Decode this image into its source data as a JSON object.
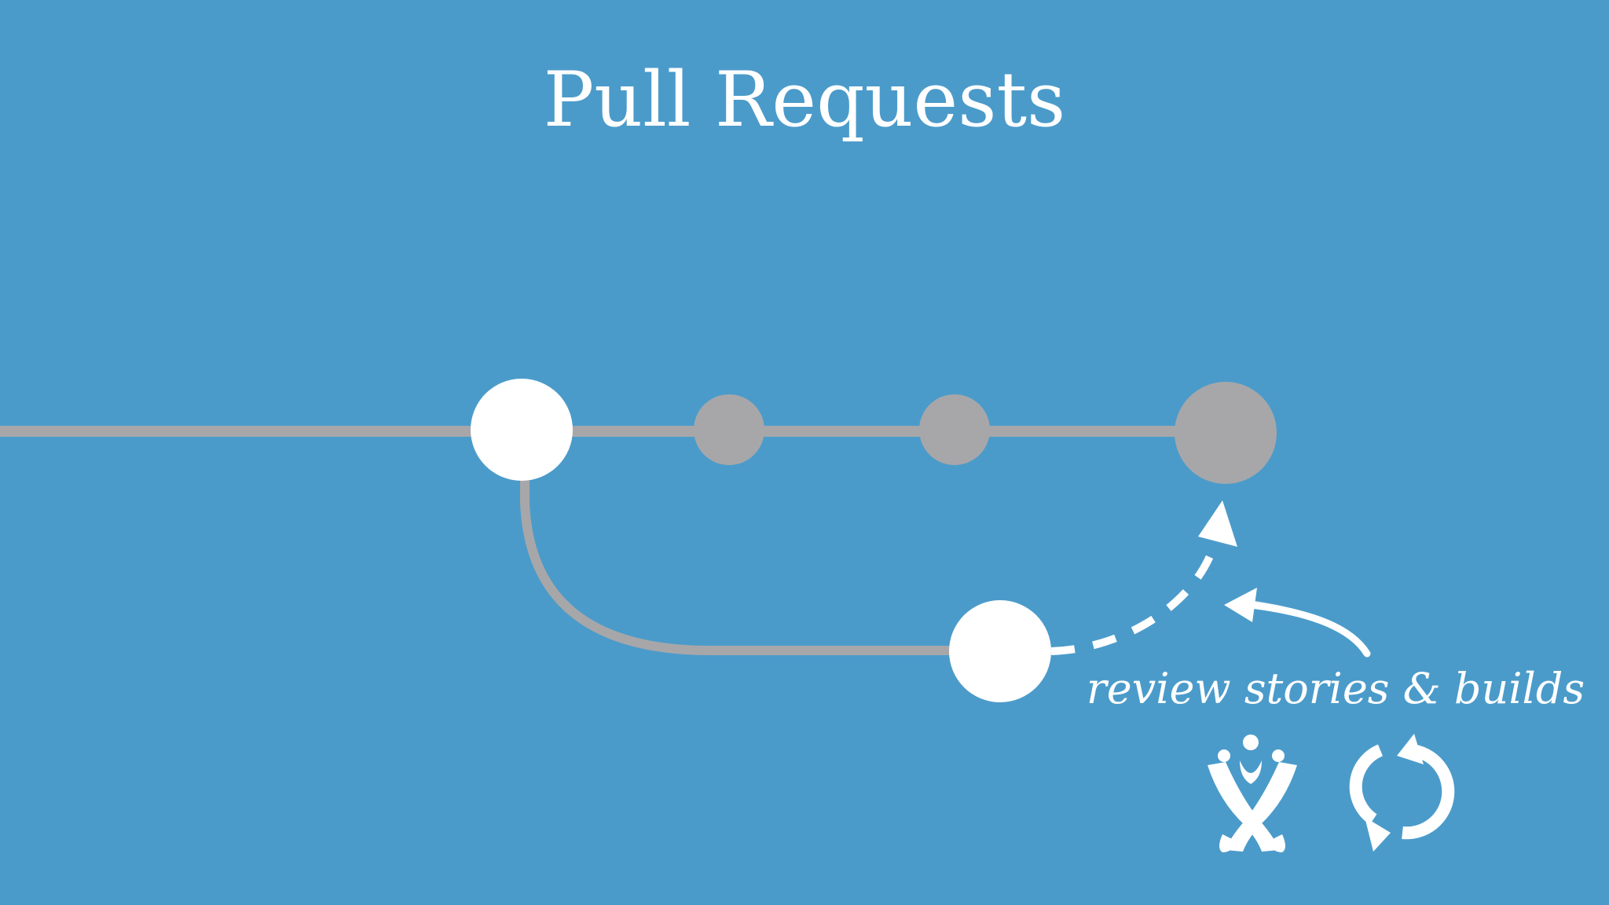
{
  "slide": {
    "title": "Pull Requests",
    "caption": "review stories & builds",
    "background_color": "#4b9bca",
    "line_color": "#a7a7a9",
    "node_color_main": "#a7a7a9",
    "node_color_highlight": "#ffffff"
  },
  "diagram": {
    "main_branch": {
      "commits": [
        "branch-point",
        "commit",
        "commit",
        "merge-target"
      ]
    },
    "feature_branch": {
      "commits": [
        "feature-commit"
      ],
      "merge": "dashed-arrow-to-merge-target"
    }
  },
  "icons": [
    {
      "name": "jira-icon",
      "description": "Atlassian Jira figure logo"
    },
    {
      "name": "bamboo-sync-icon",
      "description": "circular build arrows"
    }
  ]
}
